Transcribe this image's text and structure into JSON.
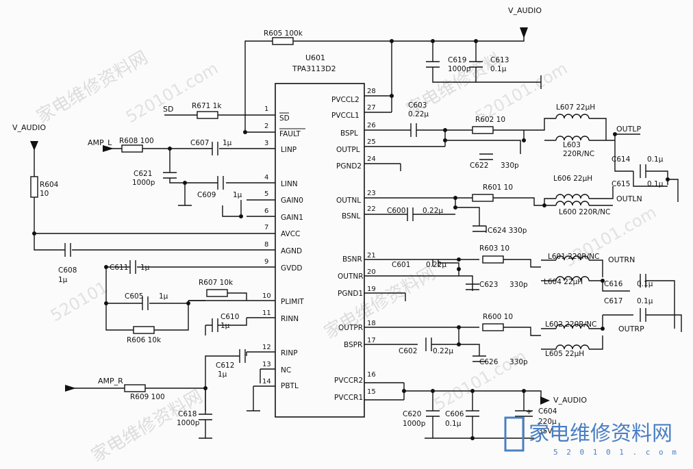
{
  "ic": {
    "ref": "U601",
    "part": "TPA3113D2"
  },
  "power": {
    "v_audio": "V_AUDIO"
  },
  "signals": {
    "sd": "SD",
    "amp_l": "AMP_L",
    "amp_r": "AMP_R"
  },
  "left_pins": [
    {
      "num": "1",
      "name": "SD"
    },
    {
      "num": "2",
      "name": "FAULT"
    },
    {
      "num": "3",
      "name": "LINP"
    },
    {
      "num": "4",
      "name": "LINN"
    },
    {
      "num": "5",
      "name": "GAIN0"
    },
    {
      "num": "6",
      "name": "GAIN1"
    },
    {
      "num": "7",
      "name": "AVCC"
    },
    {
      "num": "8",
      "name": "AGND"
    },
    {
      "num": "9",
      "name": "GVDD"
    },
    {
      "num": "10",
      "name": "PLIMIT"
    },
    {
      "num": "11",
      "name": "RINN"
    },
    {
      "num": "12",
      "name": "RINP"
    },
    {
      "num": "13",
      "name": "NC"
    },
    {
      "num": "14",
      "name": "PBTL"
    }
  ],
  "right_pins": [
    {
      "num": "28",
      "name": "PVCCL2"
    },
    {
      "num": "27",
      "name": "PVCCL1"
    },
    {
      "num": "26",
      "name": "BSPL"
    },
    {
      "num": "25",
      "name": "OUTPL"
    },
    {
      "num": "24",
      "name": "PGND2"
    },
    {
      "num": "23",
      "name": "OUTNL"
    },
    {
      "num": "22",
      "name": "BSNL"
    },
    {
      "num": "21",
      "name": "BSNR"
    },
    {
      "num": "20",
      "name": "OUTNR"
    },
    {
      "num": "19",
      "name": "PGND1"
    },
    {
      "num": "18",
      "name": "OUTPR"
    },
    {
      "num": "17",
      "name": "BSPR"
    },
    {
      "num": "16",
      "name": "PVCCR2"
    },
    {
      "num": "15",
      "name": "PVCCR1"
    }
  ],
  "components": {
    "r605": "R605  100k",
    "r671": "R671  1k",
    "r608": "R608  100",
    "c607": "C607",
    "c607v": "1μ",
    "c621": "C621",
    "c621v": "1000p",
    "c609": "C609",
    "c609v": "1μ",
    "r604": "R604",
    "r604v": "10",
    "c608": "C608",
    "c608v": "1μ",
    "c611": "C611",
    "c611v": "1μ",
    "r607": "R607  10k",
    "c605": "C605",
    "c605v": "1μ",
    "c610": "C610",
    "c610v": "1μ",
    "r606": "R606  10k",
    "c612": "C612",
    "c612v": "1μ",
    "r609": "R609  100",
    "c618": "C618",
    "c618v": "1000p",
    "c619": "C619",
    "c619v": "1000p",
    "c613": "C613",
    "c613v": "0.1μ",
    "c603": "C603",
    "c603v": "0.22μ",
    "r602": "R602  10",
    "c622": "C622",
    "c622v": "330p",
    "l607": "L607  22μH",
    "l603": "L603",
    "l603v": "220R/NC",
    "c614": "C614",
    "c614v": "0.1μ",
    "c615": "C615",
    "c615v": "0.1μ",
    "r601": "R601  10",
    "l606": "L606  22μH",
    "c600": "C600",
    "c600v": "0.22μ",
    "c624": "C624  330p",
    "l600": "L600  220R/NC",
    "r603": "R603  10",
    "l601": "L601  220R/NC",
    "c601": "C601",
    "c601v": "0.22μ",
    "c623": "C623",
    "c623v": "330p",
    "l604": "L604  22μH",
    "c616": "C616",
    "c616v": "0.1μ",
    "c617": "C617",
    "c617v": "0.1μ",
    "r600": "R600  10",
    "l602": "L602  220R/NC",
    "c602": "C602",
    "c602v": "0.22μ",
    "c626": "C626",
    "c626v": "330p",
    "l605": "L605  22μH",
    "c620": "C620",
    "c620v": "1000p",
    "c606": "C606",
    "c606v": "0.1μ",
    "c604": "C604",
    "c604v1": "220μ",
    "c604v2": "35V",
    "c604pol": "+"
  },
  "outputs": {
    "outlp": "OUTLP",
    "outln": "OUTLN",
    "outrn": "OUTRN",
    "outrp": "OUTRP"
  },
  "watermarks": {
    "site_cn": "家电维修资料网",
    "site_url": "520101.com",
    "site_num": "520101",
    "site_cn_short": "家电维修资料"
  },
  "logo": {
    "text": "家电维修资料网",
    "url": "5 2 0 1 0 1 . c o m"
  }
}
